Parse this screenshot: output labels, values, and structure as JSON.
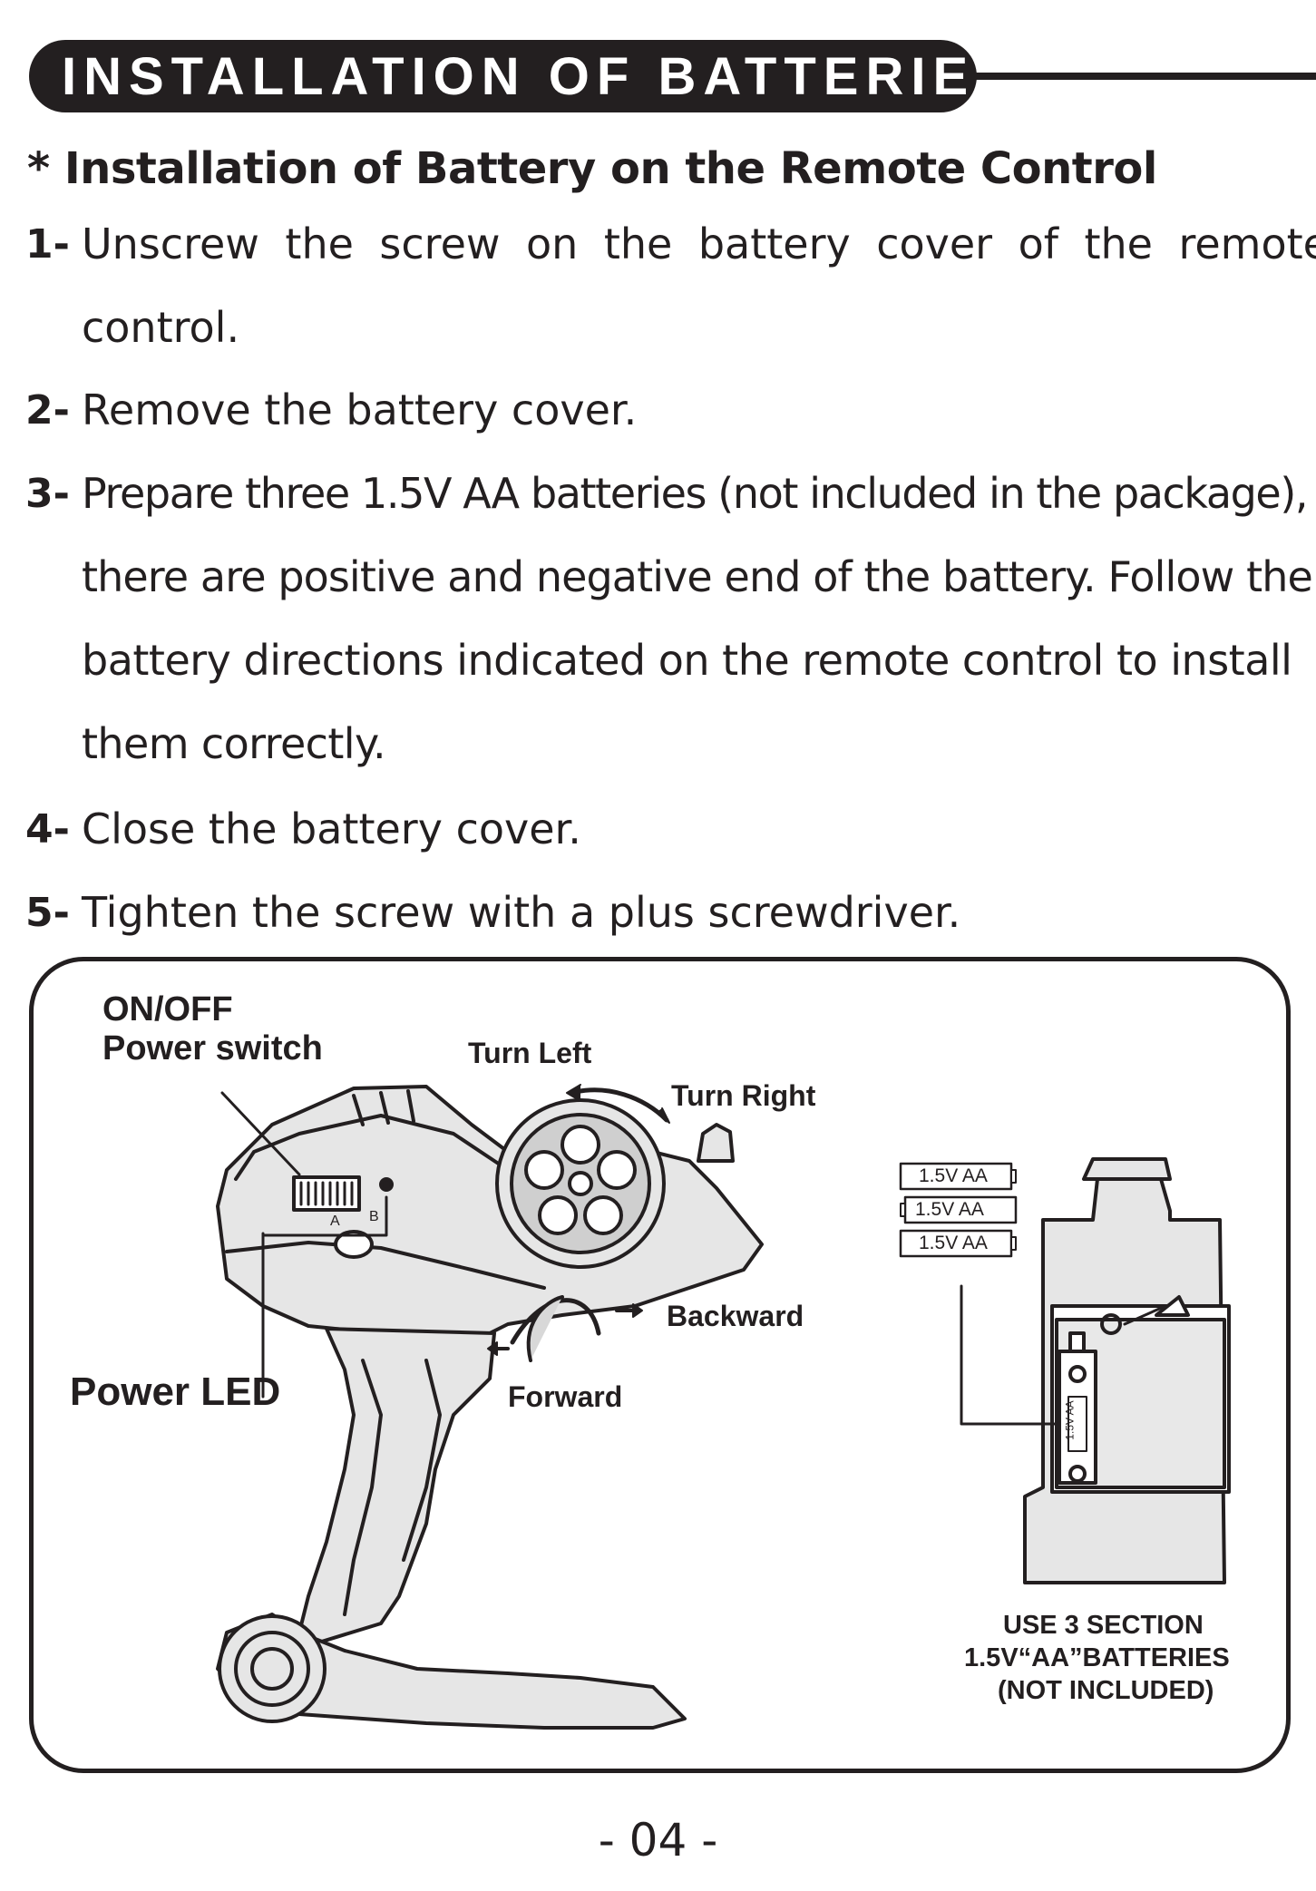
{
  "header": {
    "title": "INSTALLATION OF BATTERIES"
  },
  "subtitle": "* Installation of Battery on the Remote Control",
  "steps": [
    {
      "num": "1-",
      "lines": [
        "Unscrew the screw on the battery cover of the remote",
        "control."
      ]
    },
    {
      "num": "2-",
      "lines": [
        "Remove the battery cover."
      ]
    },
    {
      "num": "3-",
      "lines": [
        "Prepare three 1.5V AA batteries (not included in the package),",
        "there are positive and negative end of the battery. Follow the",
        "battery directions indicated on the remote control to install",
        "them correctly."
      ]
    },
    {
      "num": "4-",
      "lines": [
        "Close the battery cover."
      ]
    },
    {
      "num": "5-",
      "lines": [
        "Tighten the screw with a plus screwdriver."
      ]
    }
  ],
  "figure": {
    "on_off": "ON/OFF",
    "power_switch": "Power switch",
    "turn_left": "Turn Left",
    "turn_right": "Turn Right",
    "backward": "Backward",
    "forward": "Forward",
    "power_led": "Power LED",
    "switch_a": "A",
    "switch_b": "B",
    "battery_label": "1.5V AA",
    "batteries": [
      "1.5V AA",
      "1.5V AA",
      "1.5V AA"
    ],
    "compartment_battery": "1.5V AA",
    "note_lines": [
      "USE 3 SECTION",
      "1.5V“AA”BATTERIES",
      "(NOT INCLUDED)"
    ]
  },
  "page_number": "- 04 -"
}
